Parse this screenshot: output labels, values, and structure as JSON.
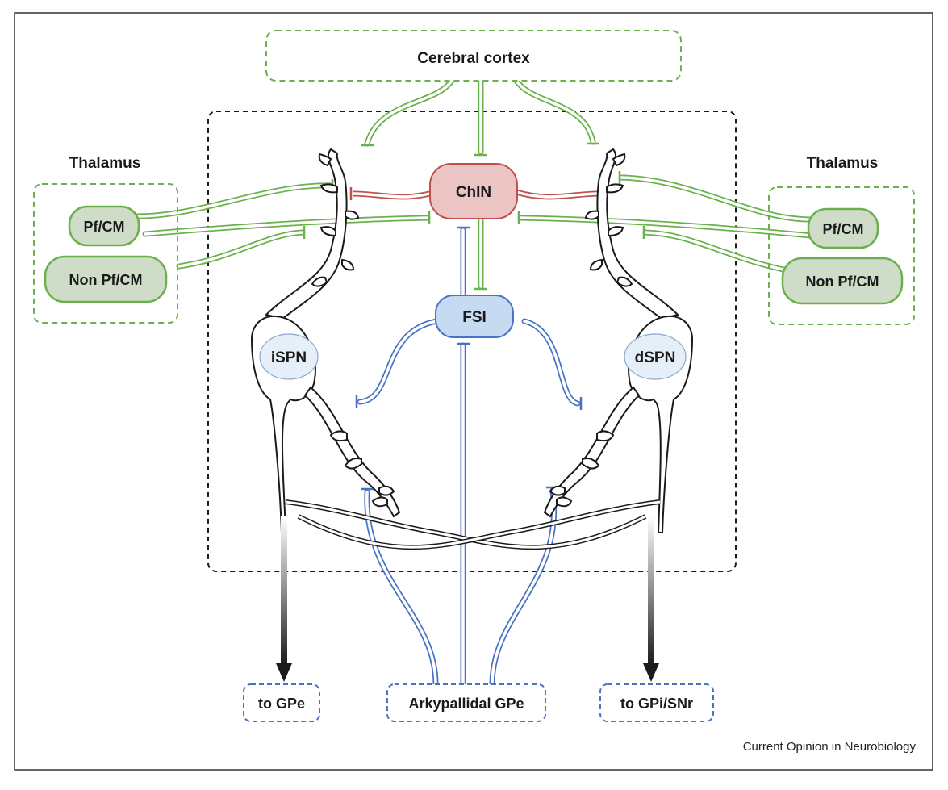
{
  "colors": {
    "green": "#6ab04c",
    "green_fill": "#cfdcc8",
    "red": "#c0504d",
    "red_fill": "#ebc4c4",
    "blue": "#4a72c4",
    "blue_fill": "#c6daf2",
    "spn_fill": "#e6eef8",
    "black": "#1a1a1a"
  },
  "cortex": {
    "label": "Cerebral cortex"
  },
  "thalamus_left": {
    "title": "Thalamus",
    "pf_cm": "Pf/CM",
    "non_pf_cm": "Non Pf/CM"
  },
  "thalamus_right": {
    "title": "Thalamus",
    "pf_cm": "Pf/CM",
    "non_pf_cm": "Non Pf/CM"
  },
  "interneurons": {
    "chin": "ChIN",
    "fsi": "FSI"
  },
  "projection_neurons": {
    "ispn": "iSPN",
    "dspn": "dSPN"
  },
  "targets": {
    "gpe": "to GPe",
    "arky": "Arkypallidal GPe",
    "gpi": "to GPi/SNr"
  },
  "credit": "Current Opinion in Neurobiology"
}
